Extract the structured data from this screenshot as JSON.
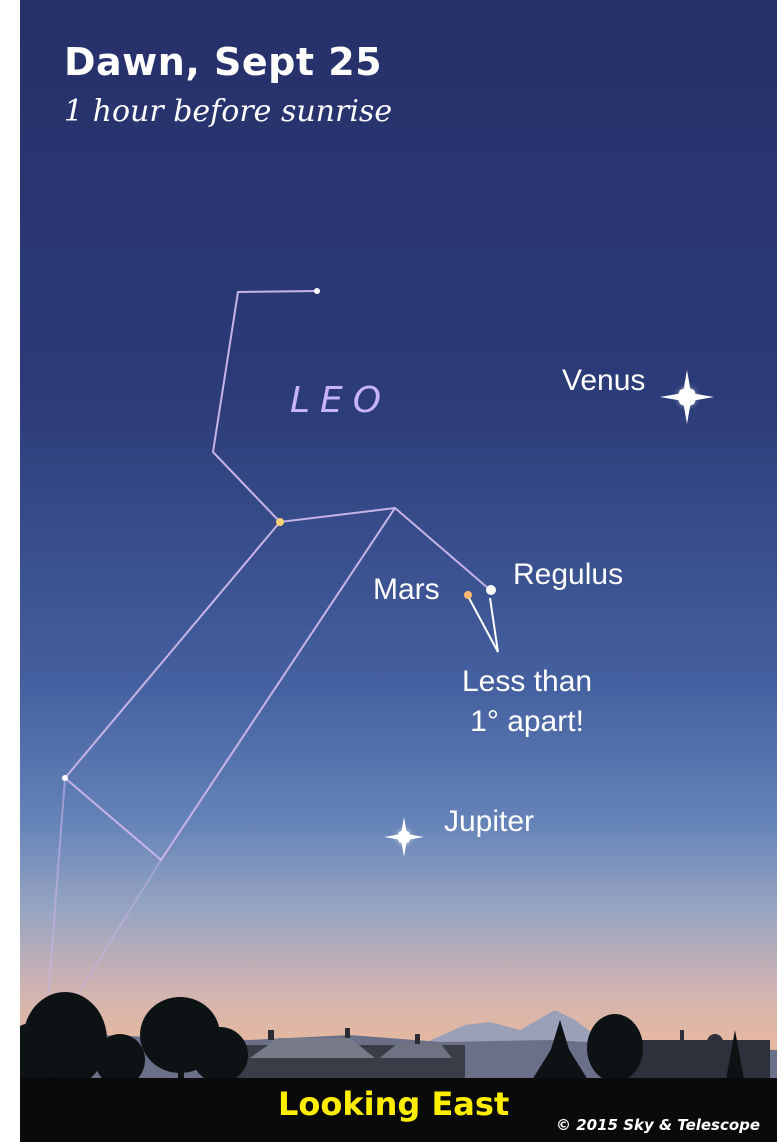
{
  "title": "Dawn, Sept 25",
  "subtitle": "1 hour before sunrise",
  "constellation": "LEO",
  "labels": {
    "venus": "Venus",
    "mars": "Mars",
    "regulus": "Regulus",
    "jupiter": "Jupiter",
    "note_line1": "Less than",
    "note_line2": "1° apart!"
  },
  "footer": {
    "direction": "Looking East",
    "credit": "© 2015 Sky & Telescope"
  },
  "colors": {
    "sky_top": "#26306a",
    "sky_mid": "#5a78b0",
    "horizon_glow": "#e6b399",
    "constellation_lines": "#c8b3e8",
    "footer_text": "#ffee00",
    "ground": "#0a0a0a"
  },
  "icons": [
    "venus-star-icon",
    "jupiter-star-icon",
    "mars-dot-icon",
    "regulus-dot-icon"
  ]
}
